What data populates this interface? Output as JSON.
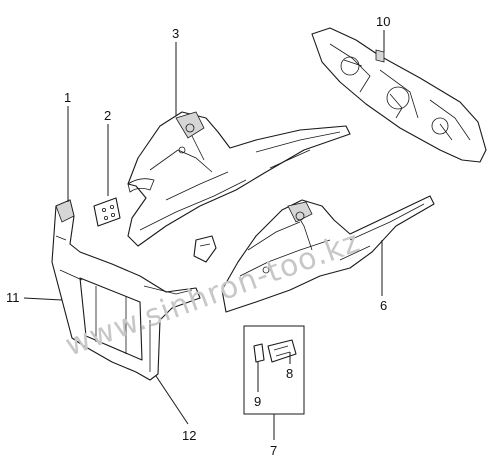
{
  "watermark": "www.sinhron-too.kz",
  "callouts": [
    {
      "id": "callout-1",
      "label": "1"
    },
    {
      "id": "callout-2",
      "label": "2"
    },
    {
      "id": "callout-3",
      "label": "3"
    },
    {
      "id": "callout-6",
      "label": "6"
    },
    {
      "id": "callout-7",
      "label": "7"
    },
    {
      "id": "callout-8",
      "label": "8"
    },
    {
      "id": "callout-9",
      "label": "9"
    },
    {
      "id": "callout-10",
      "label": "10"
    },
    {
      "id": "callout-11",
      "label": "11"
    },
    {
      "id": "callout-12",
      "label": "12"
    }
  ]
}
